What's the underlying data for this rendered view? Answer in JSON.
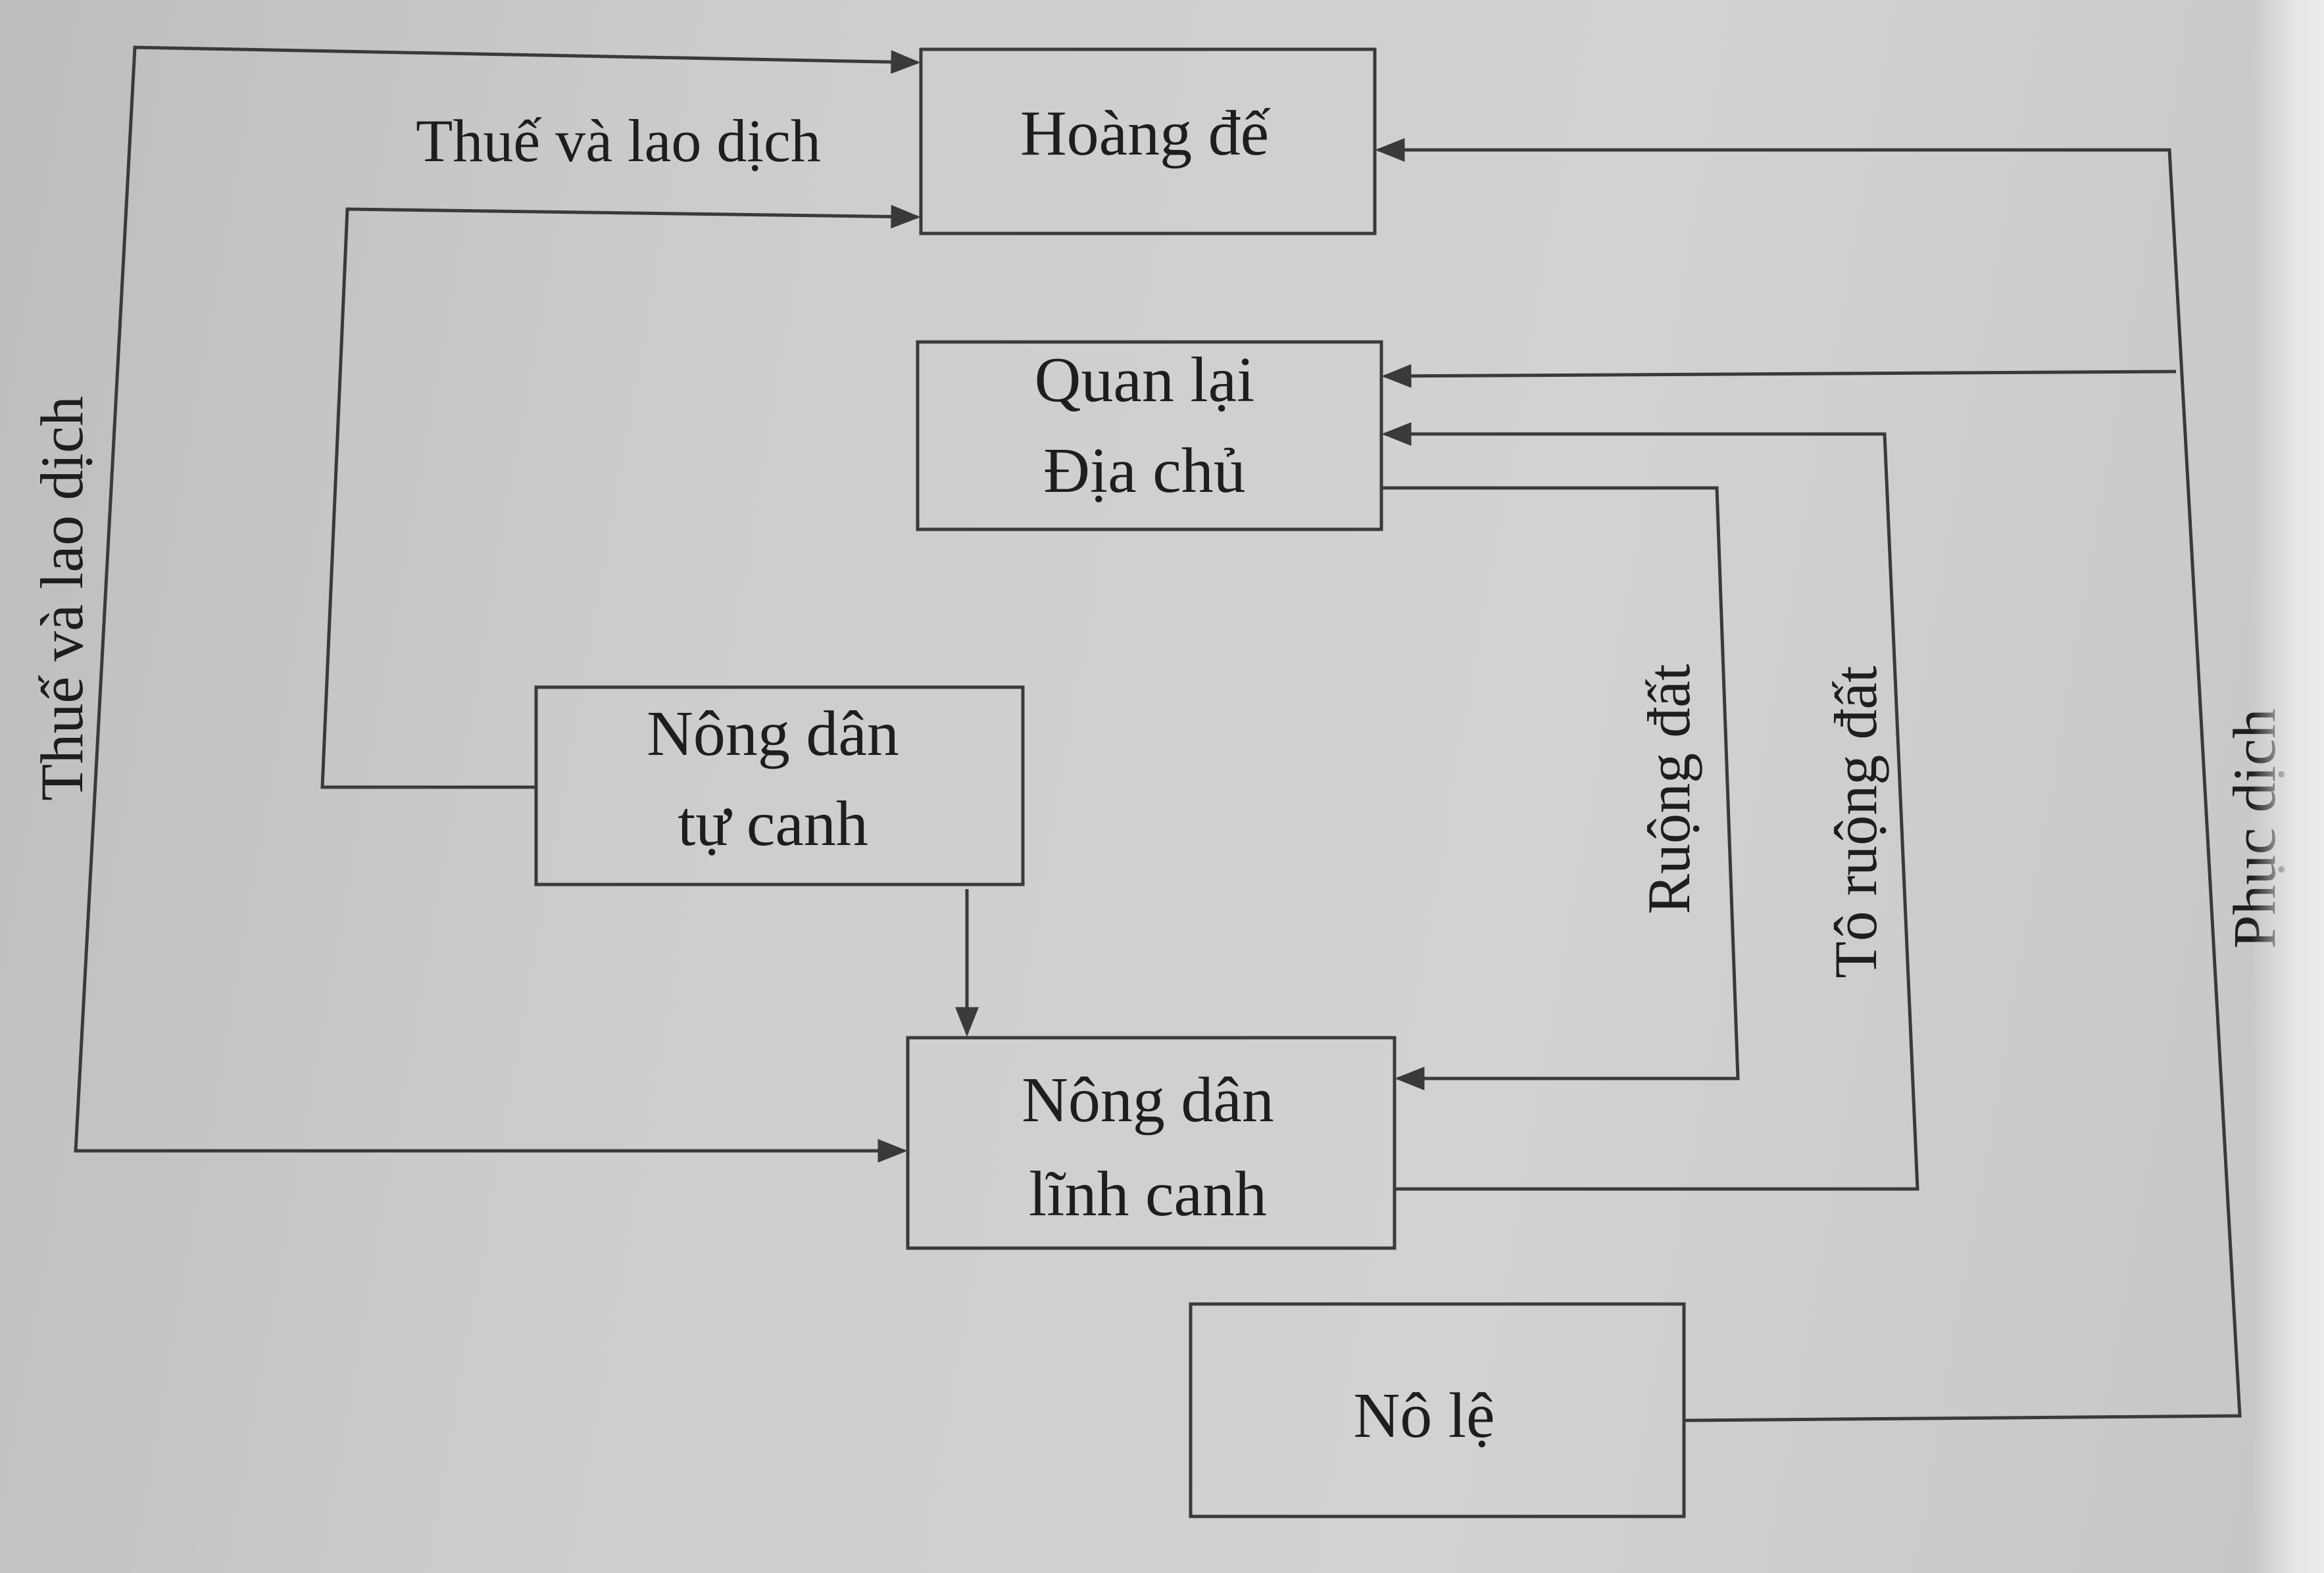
{
  "nodes": {
    "hoang_de": {
      "line1": "Hoàng đế"
    },
    "quan_lai": {
      "line1": "Quan lại",
      "line2": "Địa chủ"
    },
    "nong_dan_tu_canh": {
      "line1": "Nông dân",
      "line2": "tự canh"
    },
    "nong_dan_linh_canh": {
      "line1": "Nông dân",
      "line2": "lĩnh canh"
    },
    "no_le": {
      "line1": "Nô lệ"
    }
  },
  "edge_labels": {
    "thue_top": "Thuế và lao dịch",
    "thue_left": "Thuế và lao dịch",
    "ruong_dat": "Ruộng đất",
    "to_ruong_dat": "Tô ruộng đất",
    "phuc_dich": "Phục dịch"
  },
  "colors": {
    "ink": "#1e1e1e",
    "line": "#3a3a3a",
    "paper": "#cdcdcb"
  }
}
